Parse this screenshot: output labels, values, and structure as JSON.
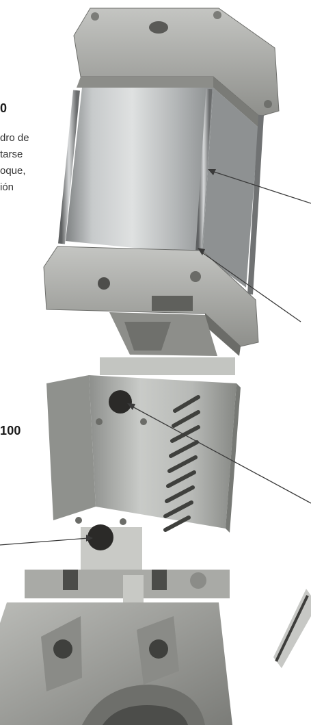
{
  "text": {
    "heading_top": "0",
    "description_lines": [
      "dro de",
      "tarse",
      "oque,",
      "ión"
    ],
    "heading_mid": "100"
  },
  "colors": {
    "cylinder_body": "#b9bcbd",
    "end_caps": "#a6a8a6",
    "gate_housing": "#b4b6b4",
    "valve_body": "#9ea09c",
    "port_holes": "#2b2a28",
    "leader_lines": "#3a3a3a"
  },
  "image": {
    "subject": "pneumatic actuator on knife gate valve",
    "features": [
      "tie-rod-cylinder",
      "air-port-top",
      "air-port-bottom",
      "vent-slots",
      "valve-body-flange"
    ]
  }
}
